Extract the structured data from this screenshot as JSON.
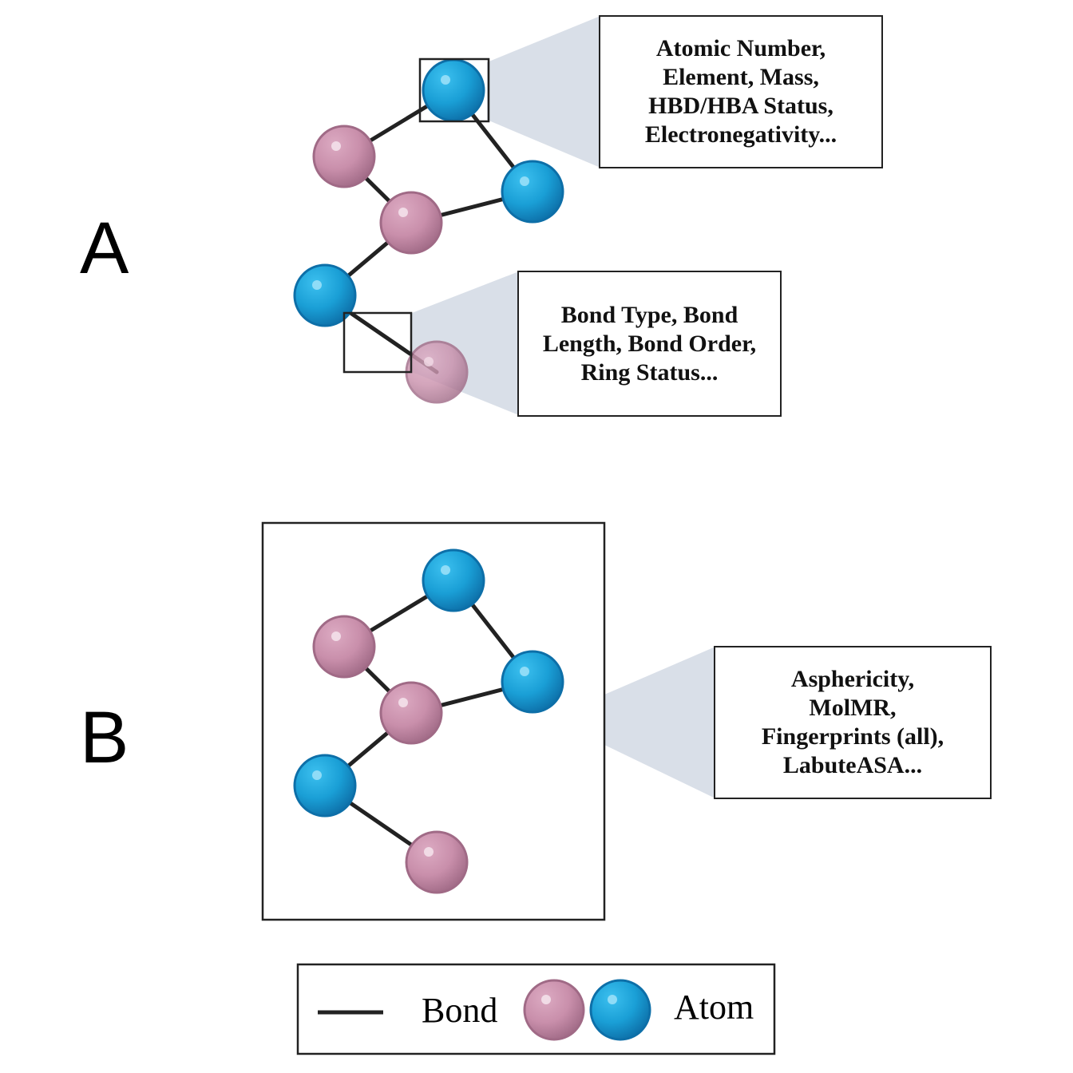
{
  "panel_a": {
    "label": "A",
    "atom_callout": "Atomic Number,\nElement, Mass,\nHBD/HBA Status,\nElectronegativity...",
    "bond_callout": "Bond Type, Bond\nLength, Bond Order,\nRing Status..."
  },
  "panel_b": {
    "label": "B",
    "molecule_callout": "Asphericity,\nMolMR,\nFingerprints (all),\nLabuteASA..."
  },
  "legend": {
    "bond_label": "Bond",
    "atom_label": "Atom"
  },
  "colors": {
    "atom_blue": "#1a9fd6",
    "atom_blue_dark": "#0d6fa8",
    "atom_pink": "#c98fab",
    "atom_pink_dark": "#a06a86",
    "bond": "#222222",
    "callout_fill": "#d5dbe6"
  }
}
